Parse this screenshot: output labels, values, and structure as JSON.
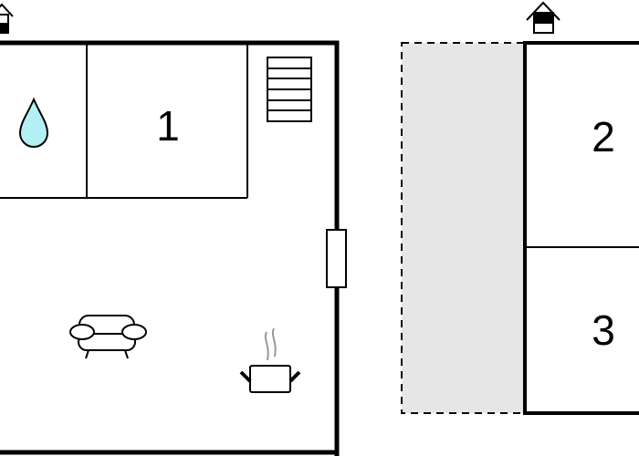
{
  "floorplan": {
    "rooms": [
      {
        "label": "1"
      },
      {
        "label": "2"
      },
      {
        "label": "3"
      }
    ],
    "icons": [
      "entrance-house-icon",
      "water-drop-icon",
      "stairs-icon",
      "window-icon",
      "sofa-icon",
      "cooking-pot-icon",
      "entrance-house-icon"
    ],
    "colors": {
      "wall": "#000000",
      "terrace": "#e6e6e6",
      "water": "#b3f0f5"
    }
  }
}
